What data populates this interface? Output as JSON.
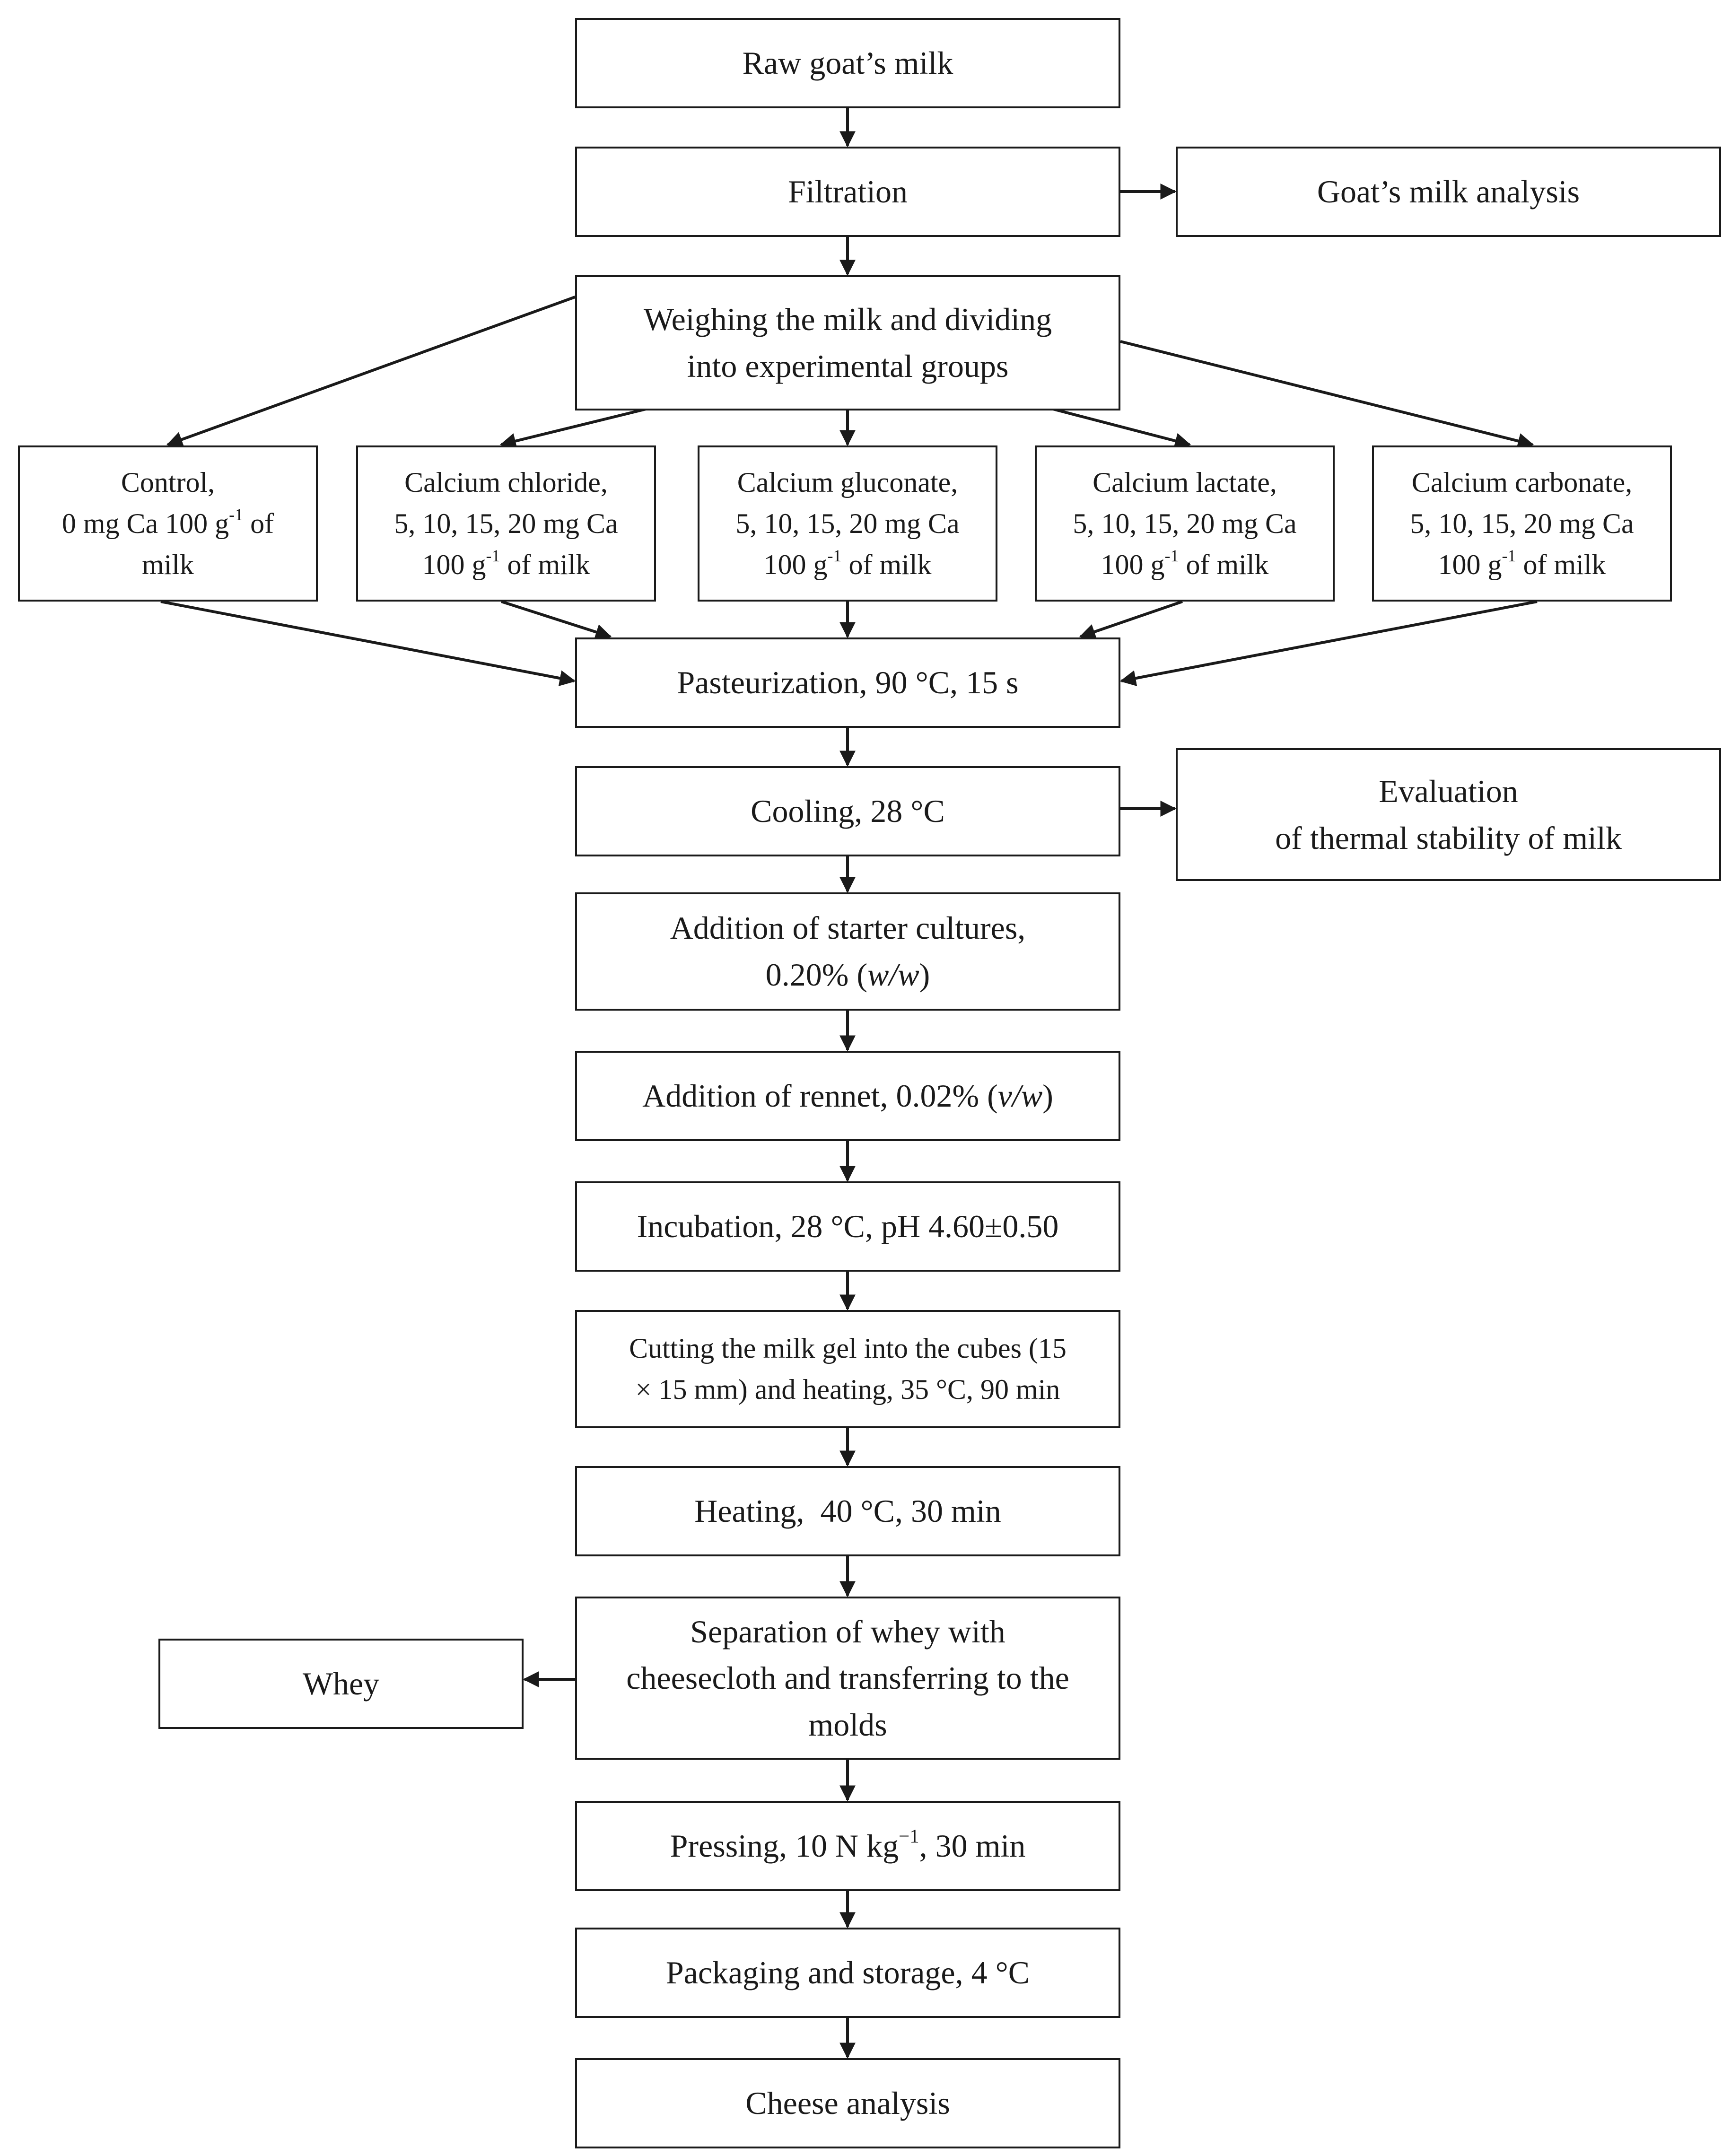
{
  "steps": {
    "raw_milk": "Raw goat’s milk",
    "filtration": "Filtration",
    "milk_analysis": "Goat’s milk analysis",
    "weighing_line1": "Weighing the milk and dividing",
    "weighing_line2": "into experimental groups",
    "pasteurization": "Pasteurization, 90 °C, 15 s",
    "cooling": "Cooling, 28 °C",
    "evaluation_line1": "Evaluation",
    "evaluation_line2": "of thermal stability of milk",
    "starter_line1": "Addition of starter cultures,",
    "starter_line2_prefix": "0.20% (",
    "starter_line2_italic": "w/w",
    "starter_line2_suffix": ")",
    "rennet_prefix": "Addition of rennet, 0.02% (",
    "rennet_italic": "v/w",
    "rennet_suffix": ")",
    "incubation": "Incubation, 28 °C, pH 4.60±0.50",
    "cutting_line1": "Cutting the milk gel into the cubes (15",
    "cutting_line2": "× 15 mm) and heating, 35 °C, 90 min",
    "heating": "Heating,  40 °C, 30 min",
    "separation_line1": "Separation of whey with",
    "separation_line2": "cheesecloth and transferring to the",
    "separation_line3": "molds",
    "whey": "Whey",
    "pressing_prefix": "Pressing, 10 N kg",
    "pressing_sup": "−1",
    "pressing_suffix": ", 30 min",
    "packaging": "Packaging and storage, 4 °C",
    "cheese_analysis": "Cheese analysis"
  },
  "groups": [
    {
      "line1": "Control,",
      "line2_prefix": "0 mg Ca 100 g",
      "line2_sup": "-1",
      "line2_suffix": " of",
      "line3": "milk"
    },
    {
      "line1": "Calcium chloride,",
      "line2": "5, 10, 15, 20 mg Ca",
      "line3_prefix": "100 g",
      "line3_sup": "-1",
      "line3_suffix": " of milk"
    },
    {
      "line1": "Calcium gluconate,",
      "line2": "5, 10, 15, 20 mg Ca",
      "line3_prefix": "100 g",
      "line3_sup": "-1",
      "line3_suffix": " of milk"
    },
    {
      "line1": "Calcium lactate,",
      "line2": "5, 10, 15, 20 mg Ca",
      "line3_prefix": "100 g",
      "line3_sup": "-1",
      "line3_suffix": " of milk"
    },
    {
      "line1": "Calcium carbonate,",
      "line2": "5, 10, 15, 20 mg Ca",
      "line3_prefix": "100 g",
      "line3_sup": "-1",
      "line3_suffix": " of milk"
    }
  ],
  "colors": {
    "stroke": "#1a1a1a",
    "background": "#ffffff"
  }
}
